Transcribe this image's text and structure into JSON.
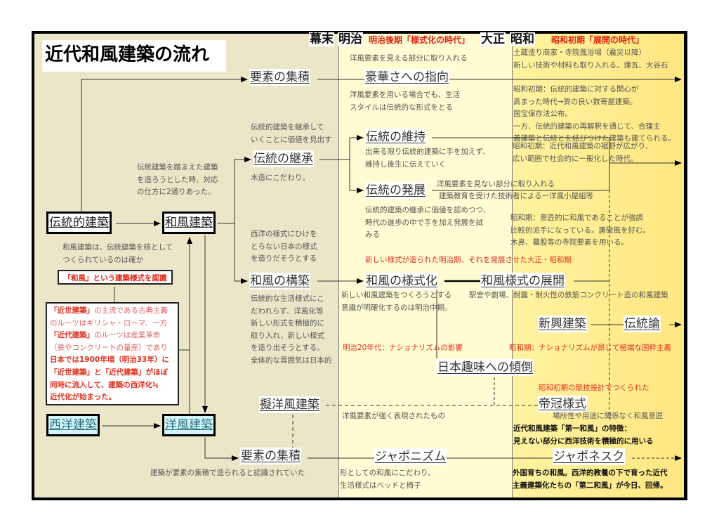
{
  "title": "近代和風建築の流れ",
  "eras": {
    "bakumatsu": "幕末",
    "meiji": "明治",
    "meiji_late": "明治後期「様式化の時代」",
    "taisho": "大正",
    "showa": "昭和",
    "showa_early": "昭和初期「展開の時代」"
  },
  "nodes": {
    "dentouteki": "伝統的建築",
    "wafu": "和風建築",
    "seiyo": "西洋建築",
    "yofu": "洋風建築",
    "yoso1": "要素の集積",
    "goka": "豪華さへの指向",
    "keisho": "伝統の継承",
    "iji": "伝統の維持",
    "hatten": "伝統の発展",
    "kochiku": "和風の構築",
    "yoshikika": "和風の様式化",
    "tenkai": "和風様式の展開",
    "shinko": "新興建築",
    "dentoron": "伝統論",
    "nihonshumi": "日本趣味への傾倒",
    "giyofu": "擬洋風建築",
    "teikan": "帝冠様式",
    "yoso2": "要素の集積",
    "japonism": "ジャポニズム",
    "japonesque": "ジャポネスク"
  },
  "notes": {
    "n_goka_top": "洋風要素を見える部分に取り入れる",
    "n_goka": "洋風要素を用いる場合でも、生活\nスタイルは伝統的な形式をとる",
    "n_keisho_top": "伝統的建築を継承して\nいくことに価値を見出す",
    "n_keisho": "木造にこだわり。",
    "n_two": "伝統建築を踏まえた建築\nを造ろうとした時、対応\nの仕方に2通りあった。",
    "n_iji": "出来る限り伝統的建築に手を加えず、\n維持し後生に伝えていく",
    "n_hatten_r1": "洋風要素を見ない部分に取り入れる",
    "n_hatten_r2": "建築教育を受けた技術者による一洋風小屋組等",
    "n_hatten": "伝統的建築の継承に価値を認めつつ、\n時代の進歩の中で手を加え発展を試\nみる",
    "n_kochiku_top": "西洋の様式にひけを\nとらない日本の様式\nを造りだそうとする",
    "n_kochiku": "伝統的な生活様式にこ\nだわれらず、洋風化等\n新しい形式を積極的に\n取り入れ、新しい様式\nを造り出そうとする。\n全体的な雰囲気は日本的",
    "n_wafu": "和風建築は、伝統建築を核として\nつくられているのは確か",
    "n_showa1": "土蔵造り商家・寺院風浴場（震災以降）\n新しい技術や材料も取り入れる。煉瓦、大谷石",
    "n_showa2": "昭和初期：伝統的建築に対する関心が\n高まった時代→質の良い数寄屋建築。\n国宝保存法公布。\n一方、伝統的建築の再解釈を通じて、合理主\n義建築と伝統とを結びつけた建築も建てられる。",
    "n_showa3": "昭和初期：近代和風建築の裾野が広がり、\n広い範囲で社会的に一般化した時代。",
    "n_showa4": "昭和期：意匠的に和風であることが強調\n比較的派手になっている。唐破風を好む。\n木鼻、蟇股等の寺院要素を用いる。",
    "n_red_new": "新しい様式が造られた明治期、それを発展させた大正・昭和期",
    "n_yoshikika": "新しい和風建築をつくろうとする\n意識が明確化するのは明治中期。",
    "n_tenkai": "駅舎や劇場、耐震・耐火性の鉄筋コンクリート造の和風建築",
    "n_red_meiji20": "明治20年代：ナショナリズムの影響",
    "n_red_showa": "昭和期：ナショナリズムが昂じて極端な国粋主義",
    "n_red_teikan": "昭和初期の競技設計でつくられた",
    "n_teikan": "場所性や用途に関係なく和風意匠",
    "n_giyofu": "洋風要素が強く表現されたもの",
    "n_daiichi": "近代和風建築「第一和風」の特徴：\n見えない部分に西洋技術を積極的に用いる",
    "n_yoso2": "建築が要素の集積で造られると認識されていた",
    "n_japonism": "形としての和風にこだわり。\n生活様式はベッドと椅子",
    "n_daini": "外国育ちの和風。西洋的教養の下で育った近代\n主義建築化たちの「第二和風」が今日、回帰。"
  },
  "redbox1": "「和風」という建築様式を認識",
  "redbox2": {
    "l1a": "「近世建築」",
    "l1b": "の主流である古典主義",
    "l2": "のルーツはギリシャ・ローマ、一方",
    "l3a": "「近代建築」",
    "l3b": "のルーツは産業革命",
    "l4": "（鉄やコンクリートの量産）であり",
    "l5": "日本では1900年頃（明治33年）に",
    "l6": "「近世建築」と「近代建築」がほぼ",
    "l7": "同時に流入して、建築の西洋化≒",
    "l8": "近代化が始まった。"
  },
  "colors": {
    "left_bg": "#ece6c9",
    "mid_bg": "#fffbd2",
    "right_bg": "#ffe680",
    "red": "#e03020",
    "cyan": "#d2f6fa"
  }
}
